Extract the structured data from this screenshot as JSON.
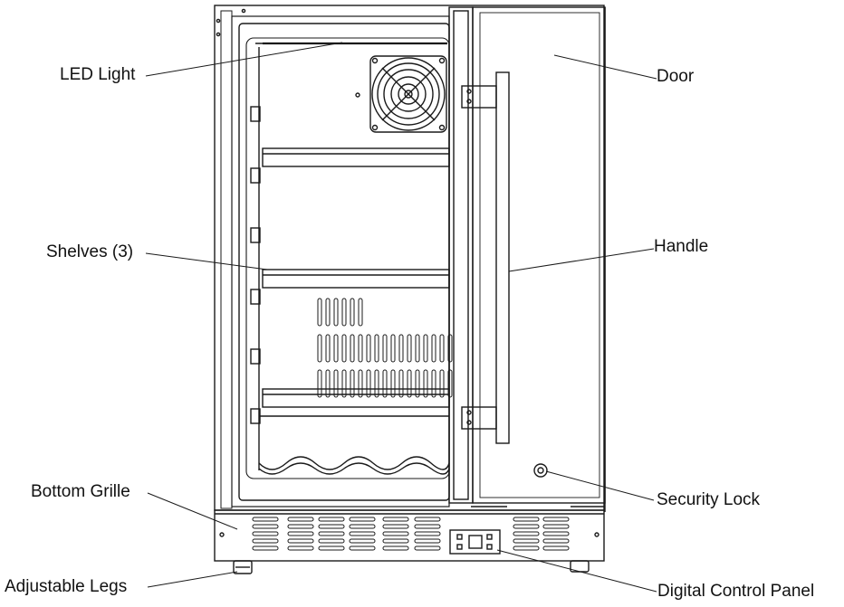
{
  "labels": {
    "led_light": "LED Light",
    "shelves": "Shelves (3)",
    "bottom_grille": "Bottom Grille",
    "adjustable_legs": "Adjustable Legs",
    "door": "Door",
    "handle": "Handle",
    "security_lock": "Security Lock",
    "digital_control_panel": "Digital Control Panel"
  },
  "colors": {
    "line": "#1a1a1a",
    "background": "#ffffff",
    "text": "#111111"
  }
}
